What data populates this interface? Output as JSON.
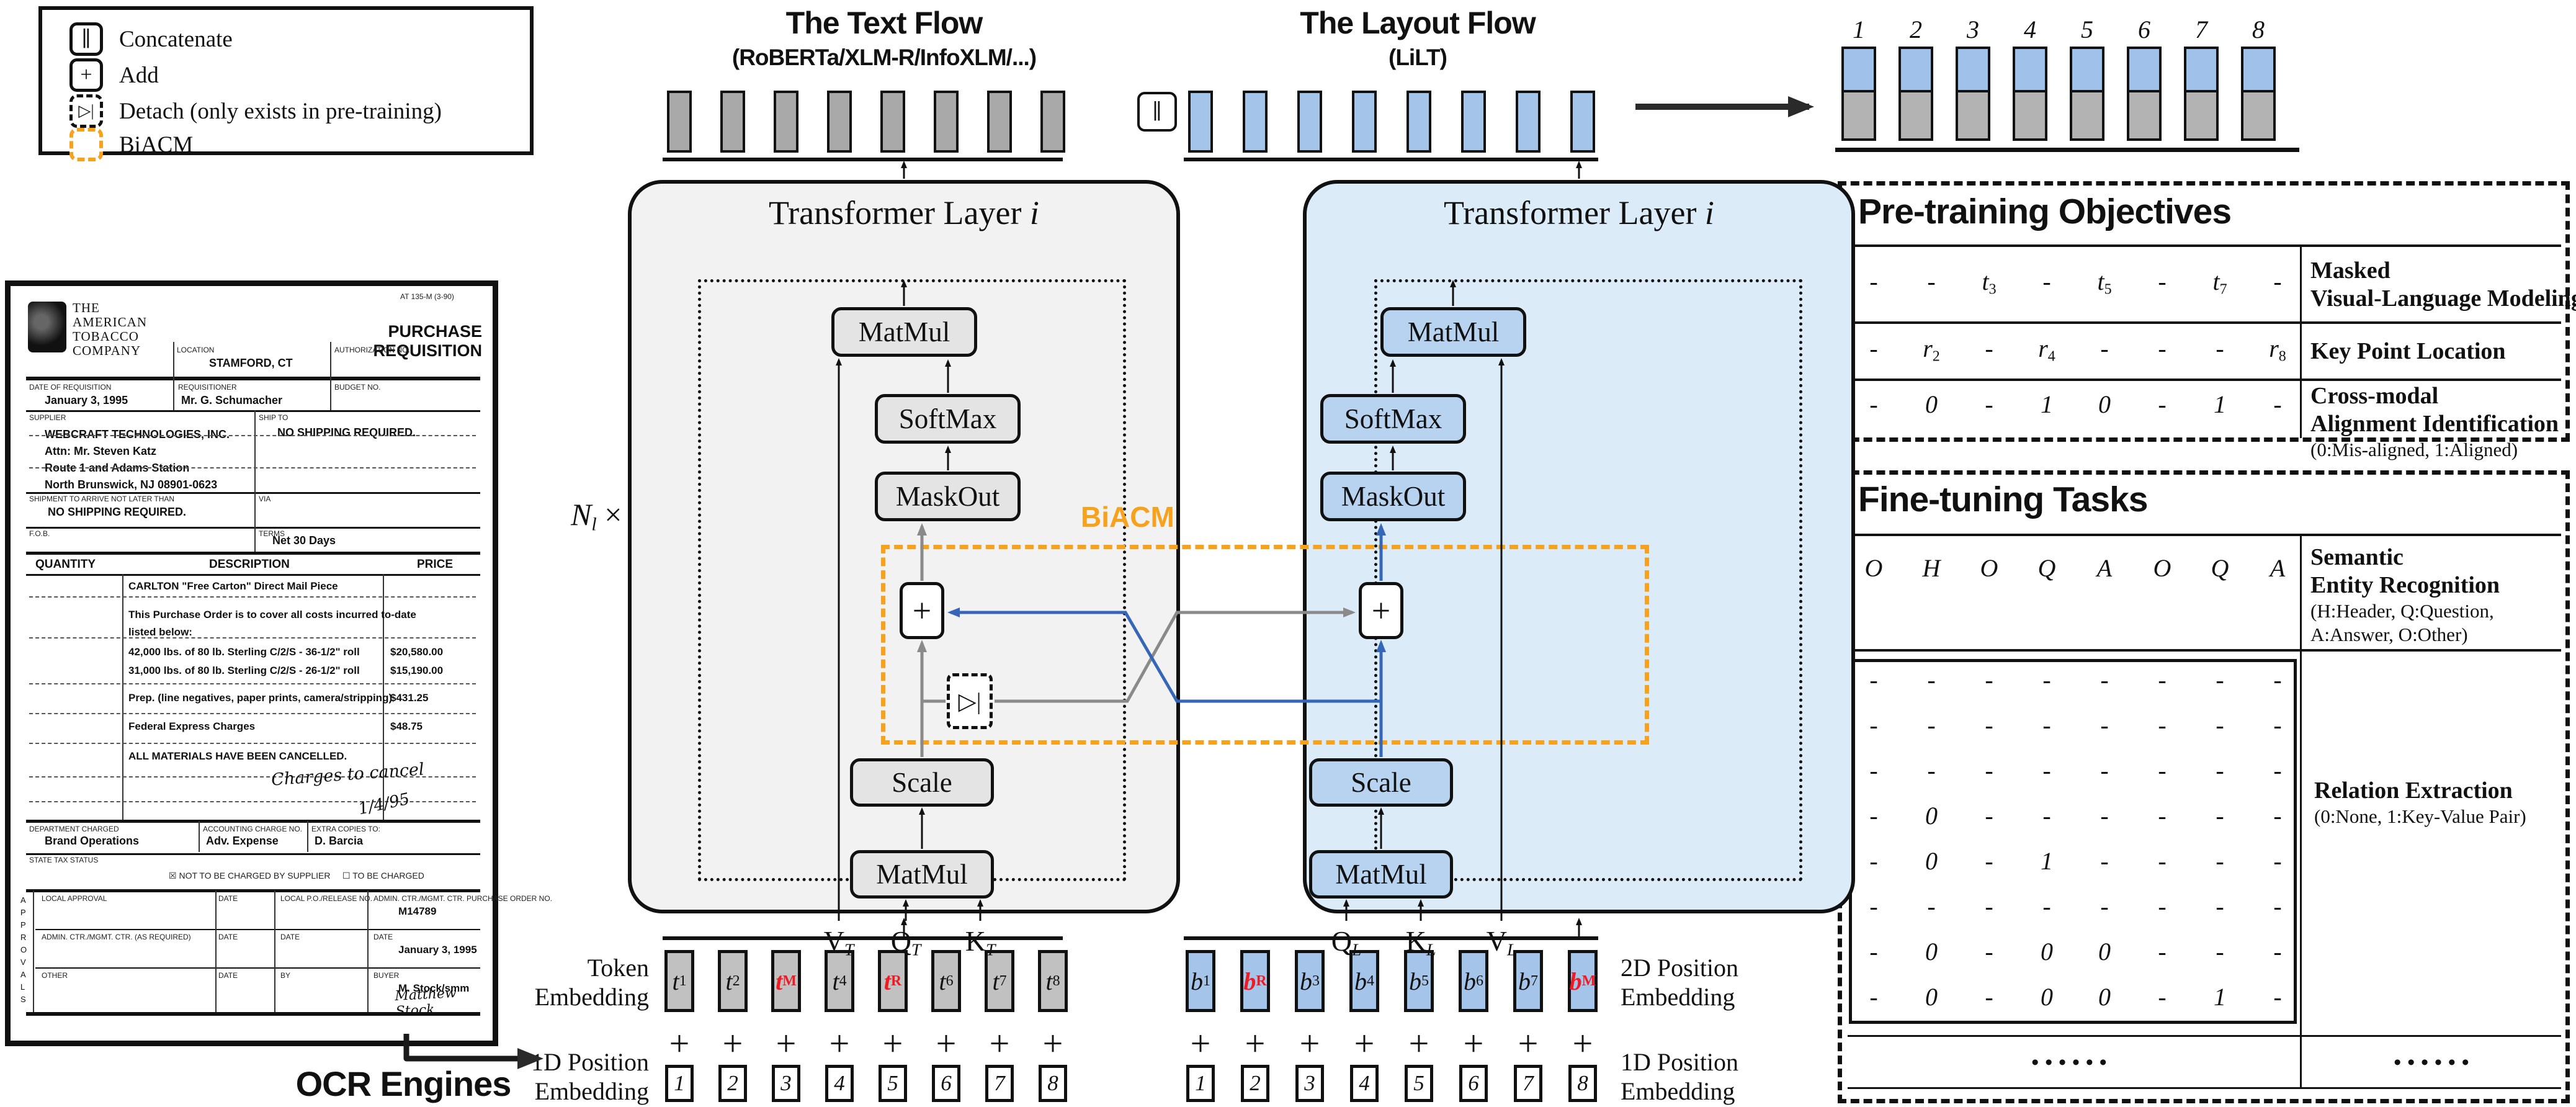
{
  "legend": {
    "items": [
      {
        "icon": "concatenate-icon",
        "symbol": "∥",
        "label": "Concatenate"
      },
      {
        "icon": "add-icon",
        "symbol": "+",
        "label": "Add"
      },
      {
        "icon": "detach-icon",
        "symbol": "▷|",
        "label": "Detach (only exists in pre-training)"
      },
      {
        "icon": "biacm-icon",
        "symbol": "",
        "label": "BiACM"
      }
    ]
  },
  "text_flow": {
    "title": "The Text Flow",
    "subtitle": "(RoBERTa/XLM-R/InfoXLM/...)",
    "layer_title": "Transformer Layer ",
    "layer_var": "i",
    "matmul_top": "MatMul",
    "softmax": "SoftMax",
    "maskout": "MaskOut",
    "scale": "Scale",
    "matmul_bottom": "MatMul",
    "qkv": [
      {
        "base": "V",
        "sub": "T"
      },
      {
        "base": "Q",
        "sub": "T"
      },
      {
        "base": "K",
        "sub": "T"
      }
    ]
  },
  "layout_flow": {
    "title": "The Layout Flow",
    "subtitle": "(LiLT)",
    "layer_title": "Transformer Layer ",
    "layer_var": "i",
    "matmul_top": "MatMul",
    "softmax": "SoftMax",
    "maskout": "MaskOut",
    "scale": "Scale",
    "matmul_bottom": "MatMul",
    "qkv": [
      {
        "base": "Q",
        "sub": "L"
      },
      {
        "base": "K",
        "sub": "L"
      },
      {
        "base": "V",
        "sub": "L"
      }
    ]
  },
  "biacm_label": "BiACM",
  "n_layers": {
    "base": "N",
    "sub": "l",
    "times": " ×"
  },
  "concat_symbol": "∥",
  "plus_symbol": "+",
  "detach_symbol": "▷|",
  "embeddings": {
    "token_label": [
      "Token",
      "Embedding"
    ],
    "pos1d_left_label": [
      "1D Position",
      "Embedding"
    ],
    "pos2d_label": [
      "2D Position",
      "Embedding"
    ],
    "pos1d_right_label": [
      "1D Position",
      "Embedding"
    ],
    "text_tokens": [
      {
        "base": "t",
        "sub": "1",
        "red": false
      },
      {
        "base": "t",
        "sub": "2",
        "red": false
      },
      {
        "base": "t",
        "sub": "M",
        "red": true
      },
      {
        "base": "t",
        "sub": "4",
        "red": false
      },
      {
        "base": "t",
        "sub": "R",
        "red": true
      },
      {
        "base": "t",
        "sub": "6",
        "red": false
      },
      {
        "base": "t",
        "sub": "7",
        "red": false
      },
      {
        "base": "t",
        "sub": "8",
        "red": false
      }
    ],
    "layout_tokens": [
      {
        "base": "b",
        "sub": "1",
        "red": false
      },
      {
        "base": "b",
        "sub": "R",
        "red": true
      },
      {
        "base": "b",
        "sub": "3",
        "red": false
      },
      {
        "base": "b",
        "sub": "4",
        "red": false
      },
      {
        "base": "b",
        "sub": "5",
        "red": false
      },
      {
        "base": "b",
        "sub": "6",
        "red": false
      },
      {
        "base": "b",
        "sub": "7",
        "red": false
      },
      {
        "base": "b",
        "sub": "M",
        "red": true
      }
    ],
    "positions": [
      "1",
      "2",
      "3",
      "4",
      "5",
      "6",
      "7",
      "8"
    ]
  },
  "output_stack": {
    "indices": [
      "1",
      "2",
      "3",
      "4",
      "5",
      "6",
      "7",
      "8"
    ]
  },
  "pretraining": {
    "title": "Pre-training Objectives",
    "rows": [
      {
        "cells": [
          "-",
          "-",
          {
            "base": "t",
            "sub": "3"
          },
          "-",
          {
            "base": "t",
            "sub": "5"
          },
          "-",
          {
            "base": "t",
            "sub": "7"
          },
          "-"
        ],
        "label_lines": [
          "Masked",
          "Visual-Language Modeling"
        ],
        "note": ""
      },
      {
        "cells": [
          "-",
          {
            "base": "r",
            "sub": "2"
          },
          "-",
          {
            "base": "r",
            "sub": "4"
          },
          "-",
          "-",
          "-",
          {
            "base": "r",
            "sub": "8"
          }
        ],
        "label_lines": [
          "Key Point Location"
        ],
        "note": ""
      },
      {
        "cells": [
          "-",
          "0",
          "-",
          "1",
          "0",
          "-",
          "1",
          "-"
        ],
        "label_lines": [
          "Cross-modal",
          "Alignment Identification"
        ],
        "note": "(0:Mis-aligned, 1:Aligned)"
      }
    ]
  },
  "finetuning": {
    "title": "Fine-tuning Tasks",
    "header_cells": [
      "O",
      "H",
      "O",
      "Q",
      "A",
      "O",
      "Q",
      "A"
    ],
    "ser_label_lines": [
      "Semantic",
      "Entity Recognition"
    ],
    "ser_note_lines": [
      "(H:Header, Q:Question,",
      "A:Answer, O:Other)"
    ],
    "grid": [
      [
        "-",
        "-",
        "-",
        "-",
        "-",
        "-",
        "-",
        "-"
      ],
      [
        "-",
        "-",
        "-",
        "-",
        "-",
        "-",
        "-",
        "-"
      ],
      [
        "-",
        "-",
        "-",
        "-",
        "-",
        "-",
        "-",
        "-"
      ],
      [
        "-",
        "0",
        "-",
        "-",
        "-",
        "-",
        "-",
        "-"
      ],
      [
        "-",
        "0",
        "-",
        "1",
        "-",
        "-",
        "-",
        "-"
      ],
      [
        "-",
        "-",
        "-",
        "-",
        "-",
        "-",
        "-",
        "-"
      ],
      [
        "-",
        "0",
        "-",
        "0",
        "0",
        "-",
        "-",
        "-"
      ],
      [
        "-",
        "0",
        "-",
        "0",
        "0",
        "-",
        "1",
        "-"
      ]
    ],
    "re_label": "Relation Extraction",
    "re_note": "(0:None, 1:Key-Value Pair)",
    "dots": "••••••"
  },
  "document": {
    "form_no": "AT 135-M (3-90)",
    "company_lines": [
      "THE",
      "AMERICAN",
      "TOBACCO",
      "COMPANY"
    ],
    "title": "PURCHASE REQUISITION",
    "location_label": "LOCATION",
    "location": "STAMFORD, CT",
    "auth_label": "AUTHORIZATION NO.",
    "date_label": "DATE OF REQUISITION",
    "date": "January 3, 1995",
    "req_label": "REQUISITIONER",
    "requisitioner": "Mr. G. Schumacher",
    "budget_label": "BUDGET NO.",
    "supplier_label": "SUPPLIER",
    "supplier_lines": [
      "WEBCRAFT TECHNOLOGIES, INC.",
      "Attn: Mr. Steven Katz",
      "Route 1 and Adams Station",
      "North Brunswick, NJ 08901-0623"
    ],
    "shipto_label": "SHIP TO",
    "shipto": "NO SHIPPING REQUIRED.",
    "arrive_label": "SHIPMENT TO ARRIVE NOT LATER THAN",
    "arrive": "NO SHIPPING REQUIRED.",
    "via_label": "VIA",
    "fob_label": "F.O.B.",
    "terms_label": "TERMS",
    "terms": "Net 30 Days",
    "col_quantity": "QUANTITY",
    "col_description": "DESCRIPTION",
    "col_price": "PRICE",
    "lines": [
      {
        "desc": "CARLTON \"Free Carton\" Direct Mail Piece",
        "price": ""
      },
      {
        "desc": "This Purchase Order is to cover all costs incurred to-date",
        "price": ""
      },
      {
        "desc": "listed below:",
        "price": ""
      },
      {
        "desc": "42,000 lbs. of 80 lb. Sterling C/2/S - 36-1/2\" roll",
        "price": "$20,580.00"
      },
      {
        "desc": "31,000 lbs. of 80 lb. Sterling C/2/S - 26-1/2\" roll",
        "price": "$15,190.00"
      },
      {
        "desc": "Prep. (line negatives, paper prints, camera/stripping)",
        "price": "$431.25"
      },
      {
        "desc": "Federal Express Charges",
        "price": "$48.75"
      },
      {
        "desc": "ALL MATERIALS HAVE BEEN CANCELLED.",
        "price": ""
      }
    ],
    "handwritten": "Charges to cancel",
    "handwritten_date": "1/4/95",
    "dept_label": "DEPARTMENT CHARGED",
    "dept": "Brand Operations",
    "acct_label": "ACCOUNTING CHARGE NO.",
    "acct": "Adv. Expense",
    "copies_label": "EXTRA COPIES TO:",
    "copies": "D. Barcia",
    "tax_label": "STATE TAX STATUS",
    "tax_opt1": "NOT TO BE CHARGED BY SUPPLIER",
    "tax_opt2": "TO BE CHARGED",
    "approvals_vertical": "APPROVALS",
    "approval_rows": [
      {
        "c1": "LOCAL APPROVAL",
        "c2": "DATE",
        "c3": "LOCAL P.O./RELEASE NO.",
        "c4": "ADMIN. CTR./MGMT. CTR. PURCHASE ORDER NO.",
        "v4": "M14789"
      },
      {
        "c1": "ADMIN. CTR./MGMT. CTR. (AS REQUIRED)",
        "c2": "DATE",
        "c3": "DATE",
        "c4": "DATE",
        "v4": "January 3, 1995"
      },
      {
        "c1": "OTHER",
        "c2": "DATE",
        "c3": "BY",
        "c4": "BUYER",
        "v4": "M. Stock/smm"
      }
    ],
    "signature": "Matthew Stock"
  },
  "ocr_label": "OCR Engines"
}
